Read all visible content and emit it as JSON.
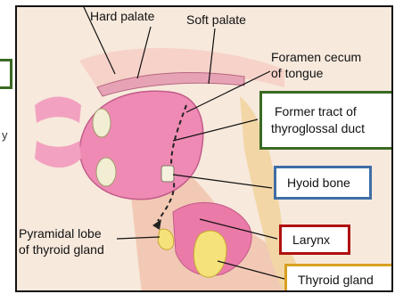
{
  "labels": {
    "hard_palate": "Hard palate",
    "soft_palate": "Soft palate",
    "foramen_line1": "Foramen cecum",
    "foramen_line2": "of tongue",
    "former_line1": "Former tract of",
    "former_line2": "thyroglossal duct",
    "hyoid": "Hyoid bone",
    "larynx": "Larynx",
    "pyramidal_line1": "Pyramidal lobe",
    "pyramidal_line2": "of thyroid gland",
    "thyroid": "Thyroid gland"
  },
  "left_strip_fragment": "y",
  "colors": {
    "green_box": "#3a6a23",
    "blue_box": "#3f6ea6",
    "red_box": "#b01010",
    "orange_box": "#d8a020",
    "tissue_pink": "#f08fb8",
    "thyroid_yellow": "#f6e27a"
  }
}
